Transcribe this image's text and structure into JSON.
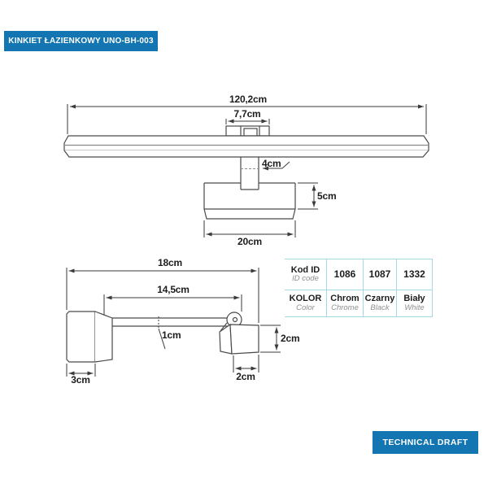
{
  "header": {
    "title": "KINKIET ŁAZIENKOWY UNO-BH-003"
  },
  "footer": {
    "label": "TECHNICAL DRAFT"
  },
  "colors": {
    "accent": "#1375b1",
    "table_border": "#a6d8e6"
  },
  "front_view": {
    "total_width": "120,2cm",
    "bracket_width": "7,7cm",
    "arm_width": "4cm",
    "box_height": "5cm",
    "box_width": "20cm"
  },
  "side_view": {
    "total_depth": "18cm",
    "arm_length": "14,5cm",
    "arm_thickness": "1cm",
    "plate_depth": "3cm",
    "head_height": "2cm",
    "head_width": "2cm"
  },
  "spec_table": {
    "id_row": {
      "label_pl": "Kod ID",
      "label_en": "ID code",
      "codes": [
        "1086",
        "1087",
        "1332"
      ]
    },
    "color_row": {
      "label_pl": "KOLOR",
      "label_en": "Color",
      "colors_pl": [
        "Chrom",
        "Czarny",
        "Biały"
      ],
      "colors_en": [
        "Chrome",
        "Black",
        "White"
      ]
    }
  }
}
